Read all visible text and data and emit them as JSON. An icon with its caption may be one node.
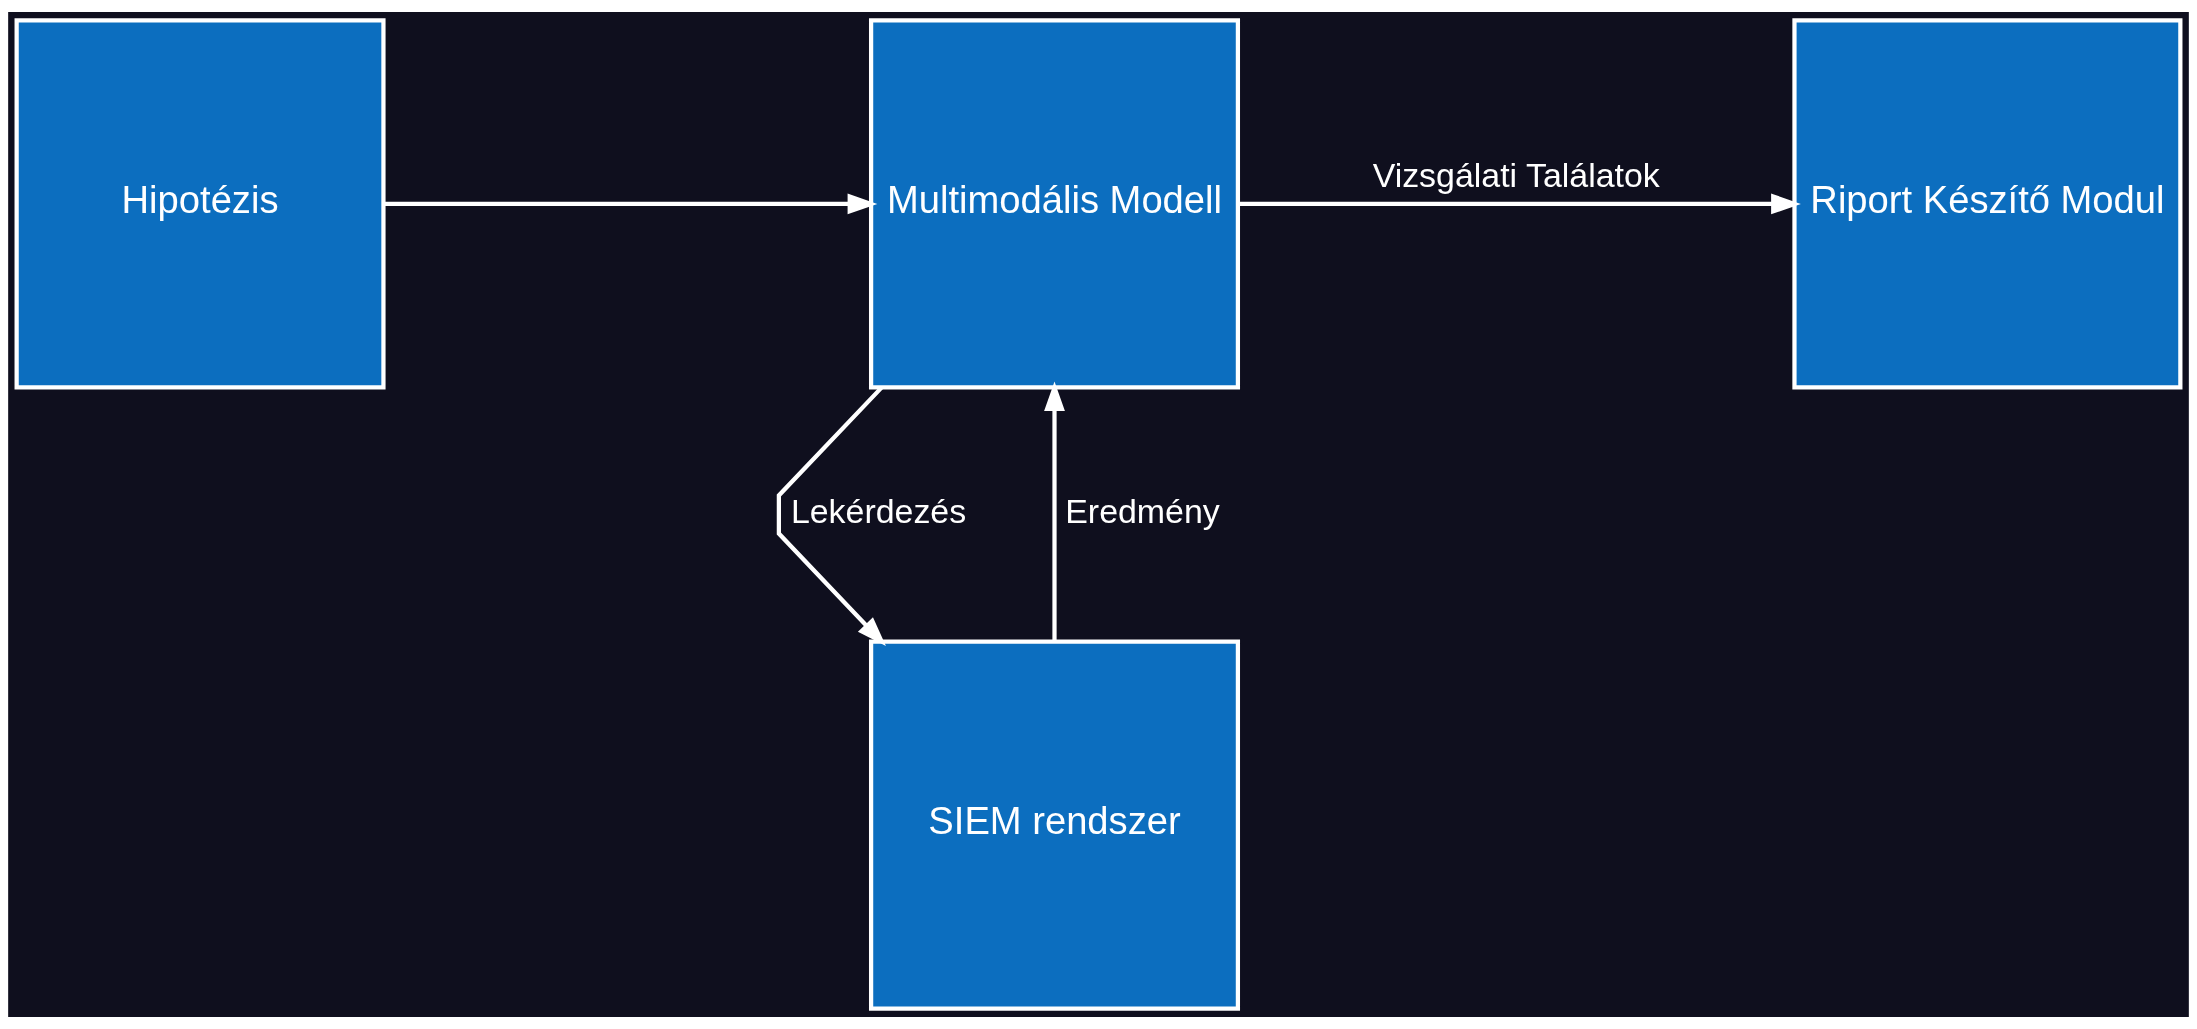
{
  "diagram": {
    "nodes": [
      {
        "text": [
          "Hipotézis"
        ]
      },
      {
        "text": [
          "Multimodális Modell"
        ]
      },
      {
        "text": [
          "Riport Készítő Modul"
        ]
      },
      {
        "text": [
          "SIEM rendszer"
        ]
      }
    ],
    "edges": [
      {
        "from": 0,
        "to": 1,
        "arrow": "to"
      },
      {
        "from": 1,
        "to": 2,
        "arrow": "to",
        "label": "Vizsgálati Találatok"
      },
      {
        "from": 1,
        "to": 3,
        "arrow": "to",
        "label": "Lekérdezés"
      },
      {
        "from": 3,
        "to": 1,
        "arrow": "to",
        "label": "Eredmény"
      }
    ]
  }
}
